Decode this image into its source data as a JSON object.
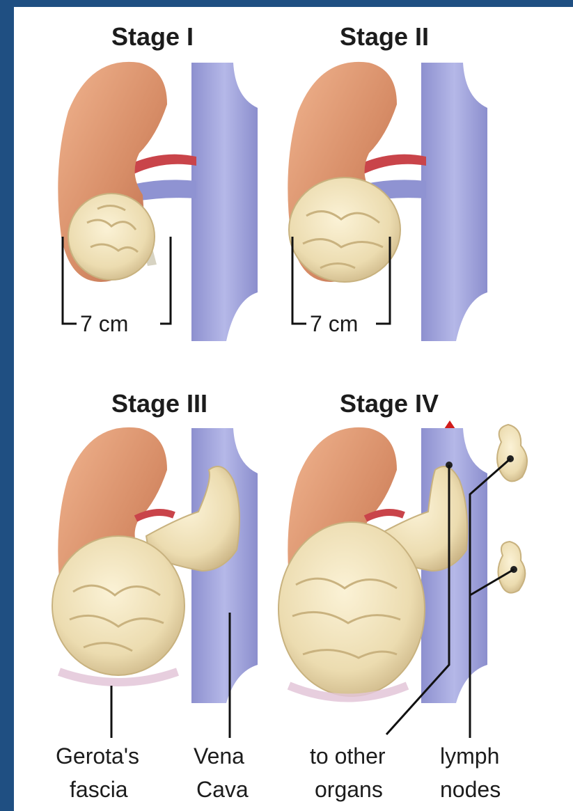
{
  "stages": [
    {
      "title": "Stage I"
    },
    {
      "title": "Stage II"
    },
    {
      "title": "Stage III"
    },
    {
      "title": "Stage IV"
    }
  ],
  "measurements": {
    "stage1": "7 cm",
    "stage2": "7 cm"
  },
  "labels": {
    "gerota_line1": "Gerota's",
    "gerota_line2": "fascia",
    "vena_line1": "Vena",
    "vena_line2": "Cava",
    "organs_line1": "to other",
    "organs_line2": "organs",
    "lymph_line1": "lymph",
    "lymph_line2": "nodes"
  },
  "colors": {
    "frame": "#1f4f82",
    "kidney": "#d8906a",
    "tumor": "#efe0b6",
    "vena_cava": "#9ea2da",
    "artery": "#c9444a",
    "arrow": "#d11b1b"
  }
}
